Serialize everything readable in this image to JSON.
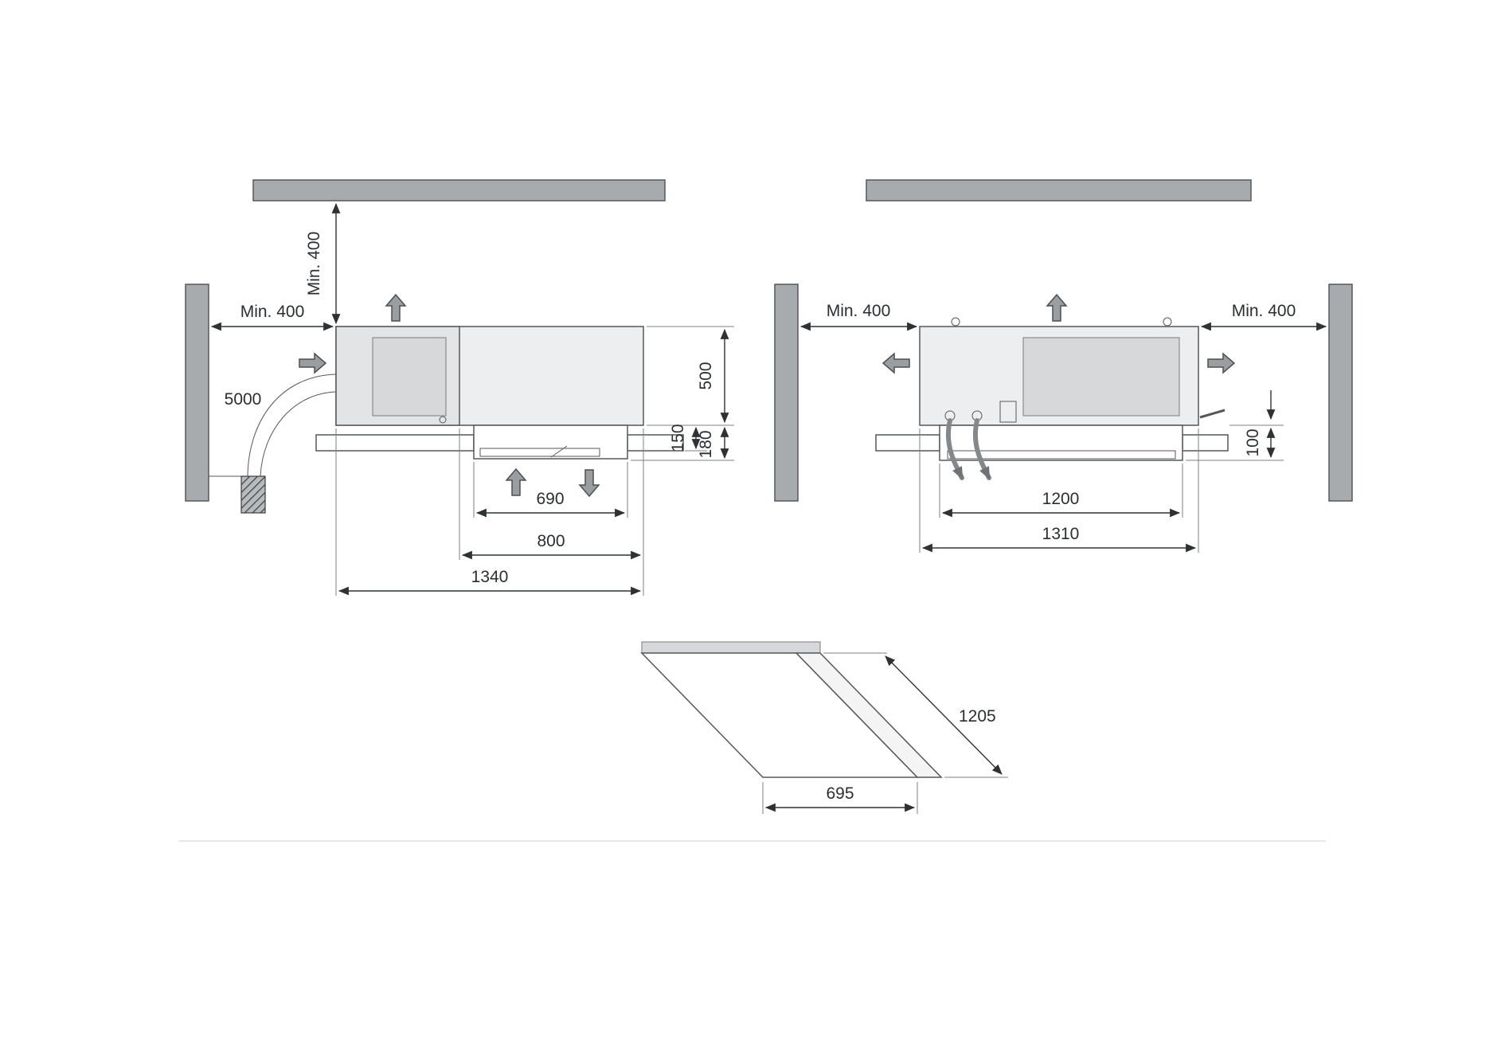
{
  "colors": {
    "structure": "#a8abad",
    "unit_fill": "#edeeef",
    "unit_section_fill": "#e2e4e5",
    "panel_fill": "#d6d8d9",
    "arrow_fill": "#9b9ea0"
  },
  "front_view": {
    "clearance_top": "Min. 400",
    "clearance_side": "Min. 400",
    "cord_length": "5000",
    "unit_height": "500",
    "recess_depth_150": "150",
    "recess_depth_180": "180",
    "duct_width": "690",
    "body_width": "800",
    "total_width": "1340"
  },
  "rear_view": {
    "clearance_left": "Min. 400",
    "clearance_right": "Min. 400",
    "protrusion_below": "100",
    "duct_width": "1200",
    "total_width": "1310"
  },
  "cutout_view": {
    "cutout_length": "1205",
    "cutout_depth": "695"
  }
}
